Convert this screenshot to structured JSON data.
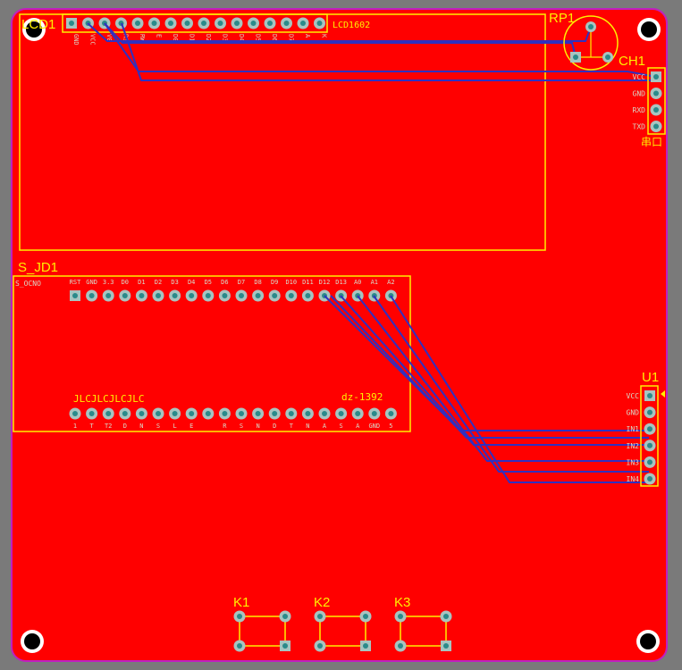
{
  "board": {
    "colors": {
      "background": "#7a7a7a",
      "copper": "#ff0000",
      "outline": "#c020c0",
      "silk": "#ffef00",
      "trace": "#3030c0",
      "pad": "#a8c4c0",
      "drill": "#2a8a8a"
    }
  },
  "components": {
    "lcd": {
      "ref": "LCD1",
      "value": "LCD1602",
      "pins": [
        "GND",
        "VCC",
        "V0",
        "RS",
        "RW",
        "E",
        "D0",
        "D1",
        "D2",
        "D3",
        "D4",
        "D5",
        "D6",
        "D7",
        "A",
        "K"
      ]
    },
    "rp": {
      "ref": "RP1"
    },
    "ch": {
      "ref": "CH1",
      "caption": "串口",
      "pins": [
        "VCC",
        "GND",
        "RXD",
        "TXD"
      ]
    },
    "sjd": {
      "ref": "S_JD1",
      "top_row_label": "S_OCNO",
      "bottom_text": "JLCJLCJLCJLC",
      "board_text": "dz-1392",
      "top_pins": [
        "RST",
        "GND",
        "3.3",
        "D0",
        "D1",
        "D2",
        "D3",
        "D4",
        "D5",
        "D6",
        "D7",
        "D8",
        "D9",
        "D10",
        "D11",
        "D12",
        "D13",
        "A0",
        "A1",
        "A2"
      ],
      "bottom_pins": [
        "1",
        "T",
        "T2",
        "D",
        "N",
        "S",
        "L",
        "E",
        "",
        "R",
        "S",
        "N",
        "D",
        "T",
        "N",
        "A",
        "S",
        "A",
        "GND",
        "5"
      ]
    },
    "u1": {
      "ref": "U1",
      "pins": [
        "VCC",
        "GND",
        "IN1",
        "IN2",
        "IN3",
        "IN4"
      ]
    },
    "switches": [
      {
        "ref": "K1"
      },
      {
        "ref": "K2"
      },
      {
        "ref": "K3"
      }
    ]
  }
}
